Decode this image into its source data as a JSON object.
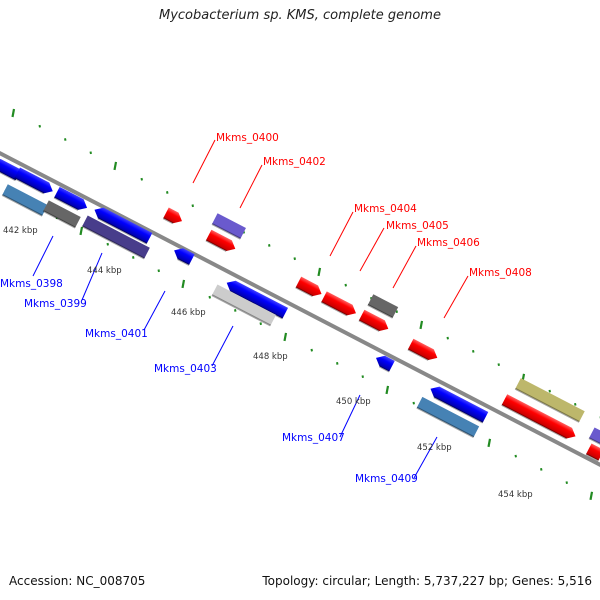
{
  "title": "Mycobacterium sp. KMS, complete genome",
  "footer": {
    "accession": "Accession: NC_008705",
    "summary": "Topology: circular; Length: 5,737,227 bp; Genes: 5,516"
  },
  "colors": {
    "forward": "#ff0000",
    "reverse": "#0000ff",
    "backbone": "#888888",
    "ticks": "#228b22",
    "purple": "#6a5acd",
    "steelblue": "#4682b4",
    "gray": "#666666",
    "khaki": "#bdb76b",
    "dark_slate": "#483d8b",
    "light_gray": "#cccccc"
  },
  "tick_labels": [
    "442 kbp",
    "444 kbp",
    "446 kbp",
    "448 kbp",
    "450 kbp",
    "452 kbp",
    "454 kbp"
  ],
  "gene_labels_forward": [
    "Mkms_0400",
    "Mkms_0402",
    "Mkms_0404",
    "Mkms_0405",
    "Mkms_0406",
    "Mkms_0408"
  ],
  "gene_labels_reverse": [
    "Mkms_0398",
    "Mkms_0399",
    "Mkms_0401",
    "Mkms_0403",
    "Mkms_0407",
    "Mkms_0409"
  ]
}
